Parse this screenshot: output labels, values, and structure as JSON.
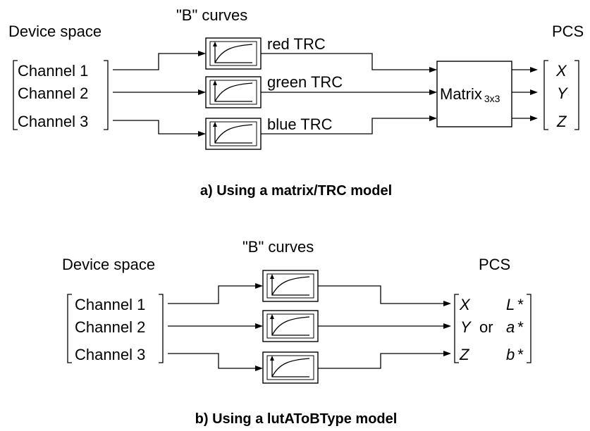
{
  "diagram_a": {
    "curves_title": "\"B\" curves",
    "device_space": "Device space",
    "pcs": "PCS",
    "channels": [
      "Channel 1",
      "Channel 2",
      "Channel 3"
    ],
    "trc_labels": [
      "red TRC",
      "green TRC",
      "blue TRC"
    ],
    "matrix_label": "Matrix",
    "matrix_sub": "3x3",
    "outputs": [
      "X",
      "Y",
      "Z"
    ],
    "caption": "a) Using a matrix/TRC model"
  },
  "diagram_b": {
    "curves_title": "\"B\" curves",
    "device_space": "Device space",
    "pcs": "PCS",
    "channels": [
      "Channel 1",
      "Channel 2",
      "Channel 3"
    ],
    "xyz": [
      "X",
      "Y",
      "Z"
    ],
    "or_text": "or",
    "lab": [
      "L",
      "a",
      "b"
    ],
    "star": "*",
    "caption": "b) Using a lutAToBType model"
  }
}
